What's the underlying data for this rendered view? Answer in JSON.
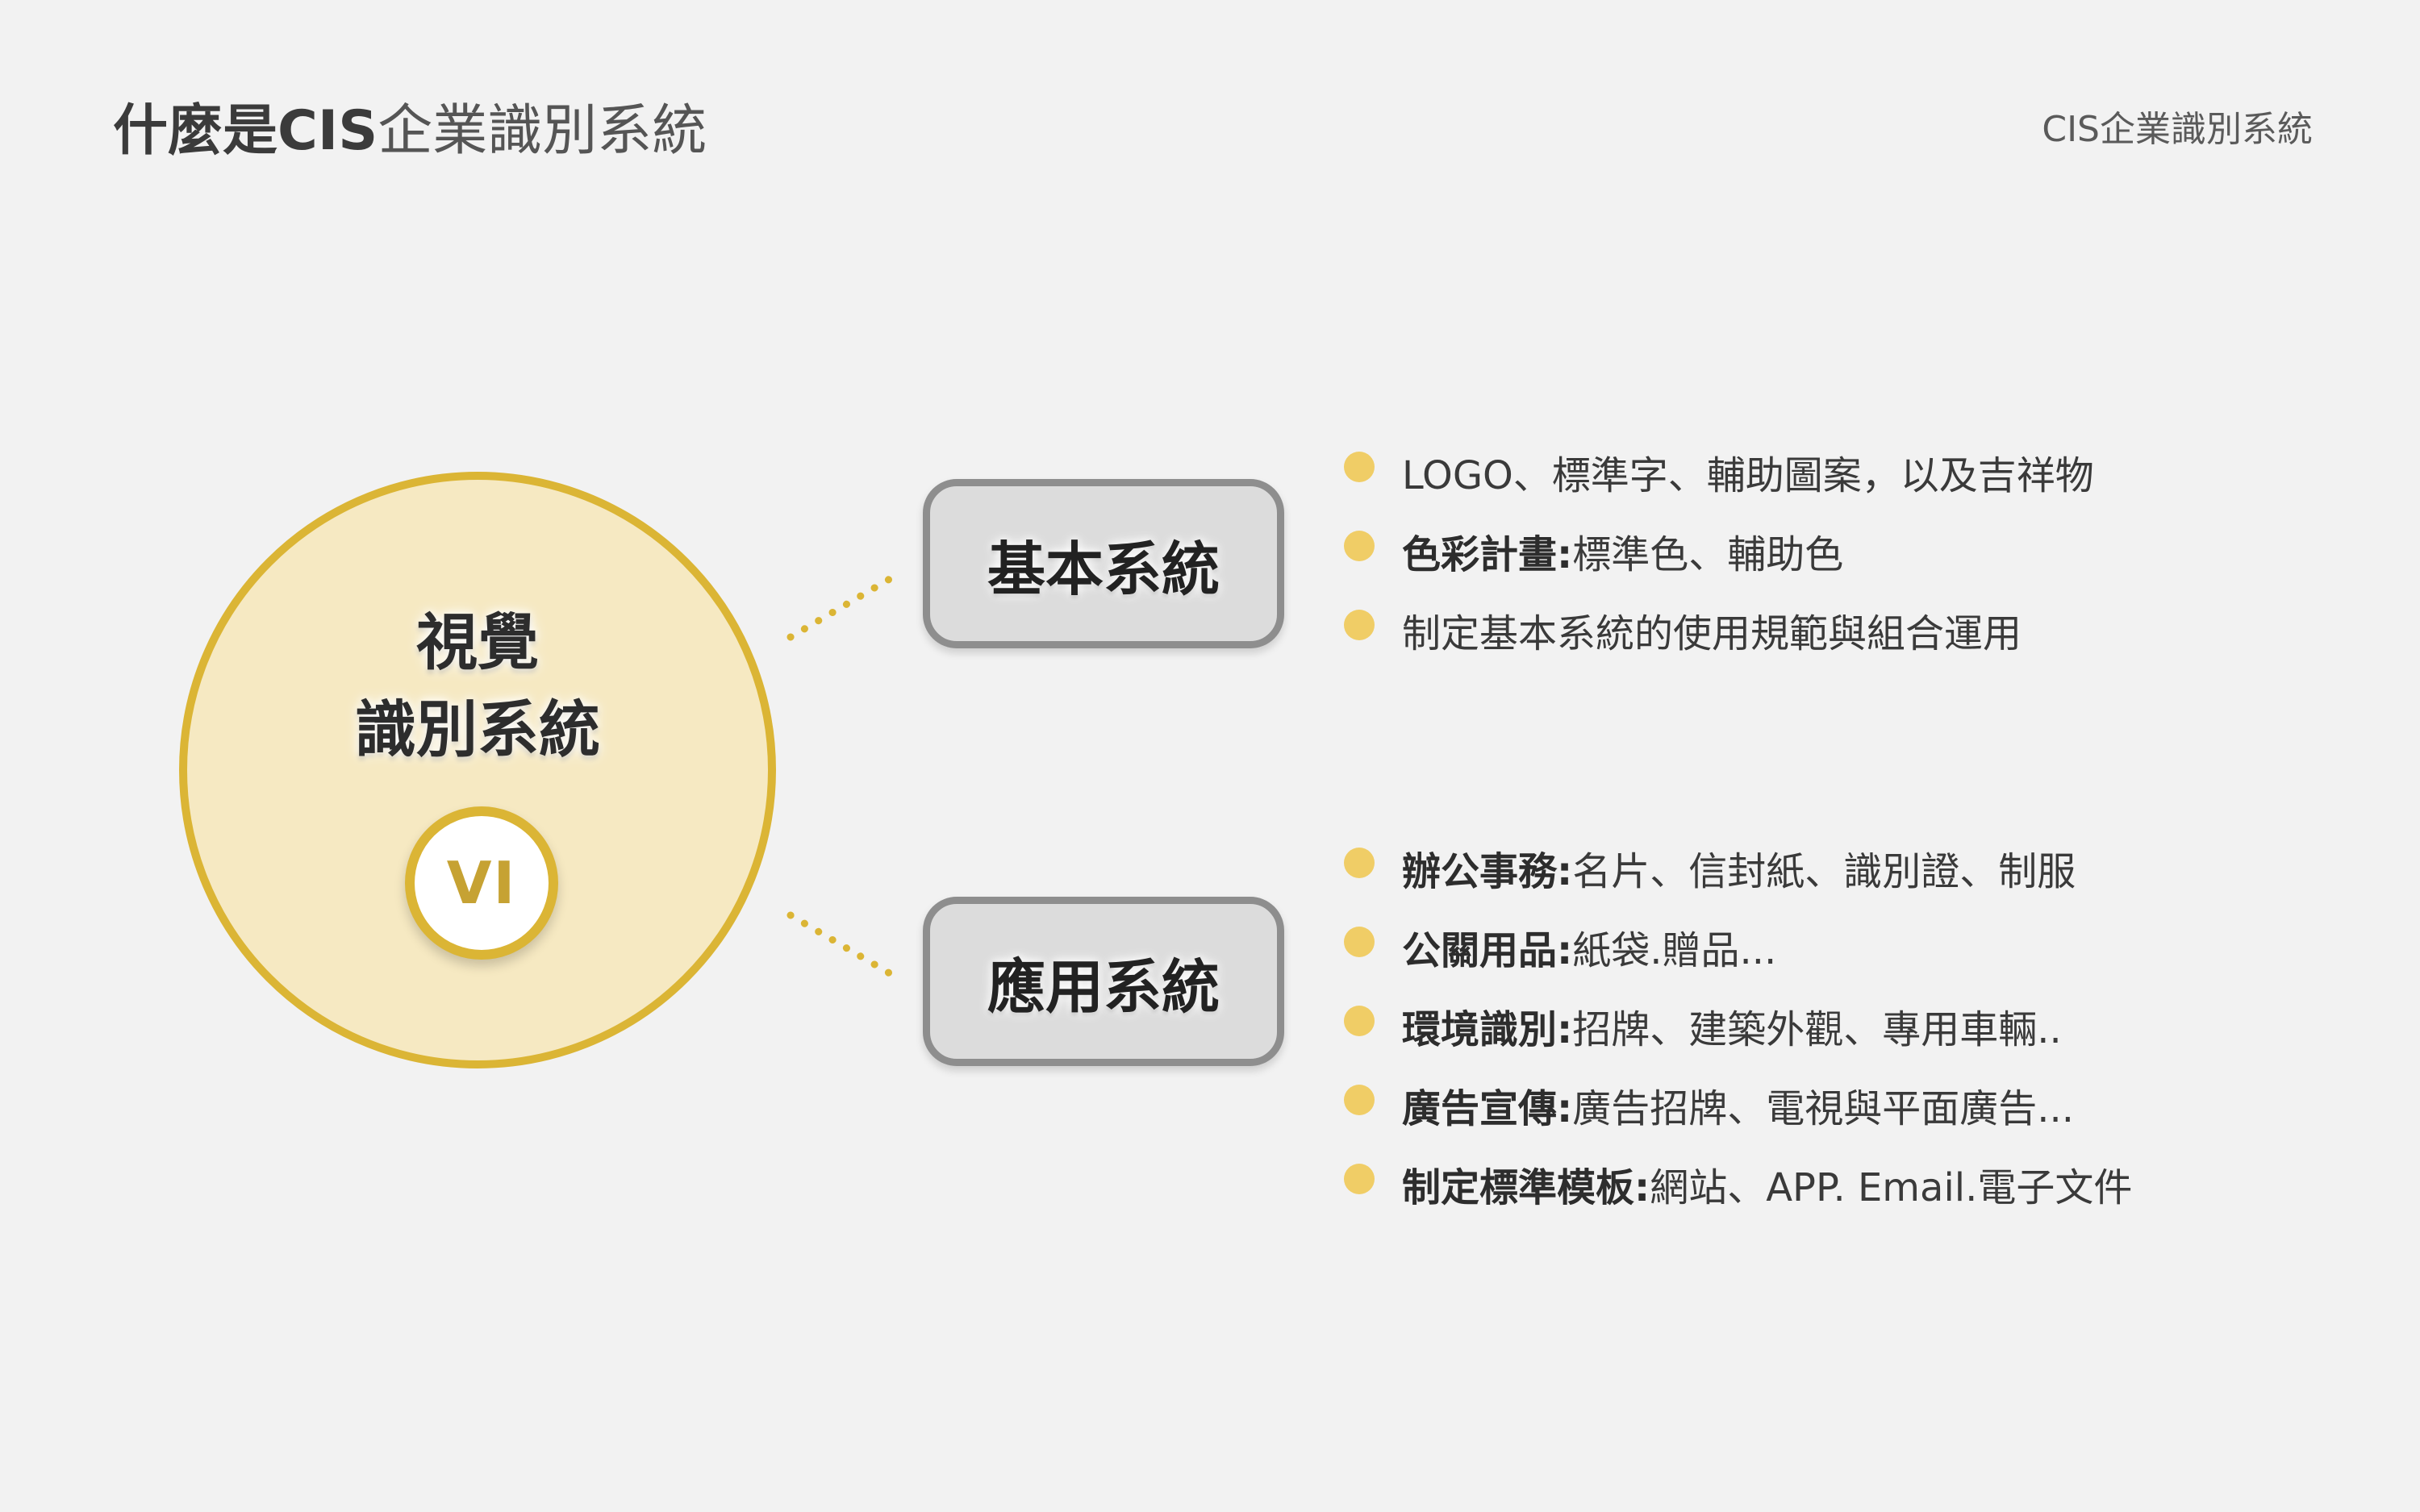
{
  "header": {
    "title_bold": "什麼是CIS",
    "title_light": "企業識別系統",
    "corner_label": "CIS企業識別系統"
  },
  "diagram": {
    "center": {
      "line1": "視覺",
      "line2": "識別系統",
      "badge": "VI"
    },
    "basic_system": {
      "label": "基本系統",
      "items": [
        {
          "bold": "",
          "text": "LOGO、標準字、輔助圖案，以及吉祥物"
        },
        {
          "bold": "色彩計畫:",
          "text": "標準色、輔助色"
        },
        {
          "bold": "",
          "text": "制定基本系統的使用規範與組合運用"
        }
      ]
    },
    "application_system": {
      "label": "應用系統",
      "items": [
        {
          "bold": "辦公事務:",
          "text": "名片、信封紙、識別證、制服"
        },
        {
          "bold": "公關用品:",
          "text": "紙袋.贈品..."
        },
        {
          "bold": "環境識別:",
          "text": "招牌、建築外觀、專用車輛.."
        },
        {
          "bold": "廣告宣傳:",
          "text": "廣告招牌、電視與平面廣告..."
        },
        {
          "bold": "制定標準模板:",
          "text": "網站、APP. Email.電子文件"
        }
      ]
    }
  },
  "colors": {
    "accent_gold": "#dbb535",
    "circle_fill": "#f6e9c2",
    "bullet": "#f0cd66",
    "box_fill": "#dcdcdc",
    "box_border": "#8e8e8e"
  }
}
